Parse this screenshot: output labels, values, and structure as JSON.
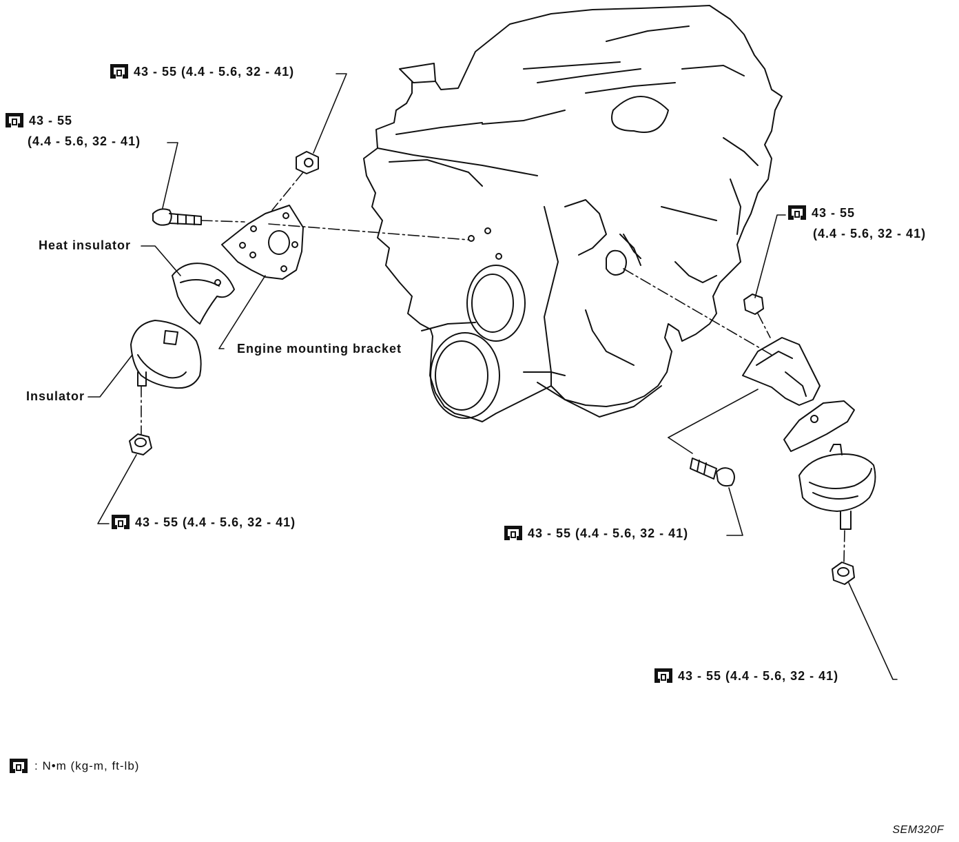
{
  "labels": {
    "heat_insulator": "Heat insulator",
    "engine_mounting_bracket": "Engine mounting bracket",
    "insulator": "Insulator"
  },
  "torques": {
    "top_bracket_nut": "43 - 55 (4.4 - 5.6, 32 - 41)",
    "left_bolt_line1": "43 - 55",
    "left_bolt_line2": "(4.4 - 5.6, 32 - 41)",
    "left_insulator_nut": "43 - 55 (4.4 - 5.6, 32 - 41)",
    "right_upper_nut_line1": "43 - 55",
    "right_upper_nut_line2": "(4.4 - 5.6, 32 - 41)",
    "right_bolt": "43 - 55 (4.4 - 5.6, 32 - 41)",
    "right_insulator_nut": "43 - 55 (4.4 - 5.6, 32 - 41)"
  },
  "legend": {
    "icon": "torque-wrench-icon",
    "text": ": N•m (kg-m, ft-lb)"
  },
  "figure_code": "SEM320F"
}
